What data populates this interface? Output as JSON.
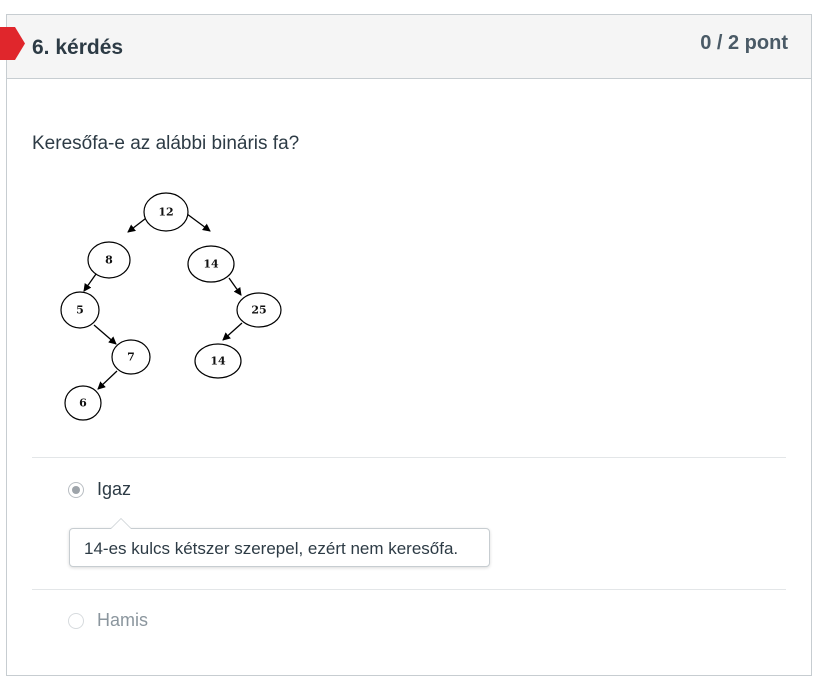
{
  "question": {
    "title": "6. kérdés",
    "points": "0 / 2 pont",
    "text": "Keresőfa-e az alábbi  bináris fa?",
    "flag_color": "#e0262c"
  },
  "tree": {
    "nodes": [
      {
        "id": "n12",
        "label": "12"
      },
      {
        "id": "n8",
        "label": "8"
      },
      {
        "id": "n14a",
        "label": "14"
      },
      {
        "id": "n5",
        "label": "5"
      },
      {
        "id": "n25",
        "label": "25"
      },
      {
        "id": "n7",
        "label": "7"
      },
      {
        "id": "n14b",
        "label": "14"
      },
      {
        "id": "n6",
        "label": "6"
      }
    ]
  },
  "answers": [
    {
      "label": "Igaz",
      "selected": true
    },
    {
      "label": "Hamis",
      "selected": false
    }
  ],
  "comment": {
    "text": "14-es kulcs kétszer szerepel, ezért nem keresőfa."
  }
}
